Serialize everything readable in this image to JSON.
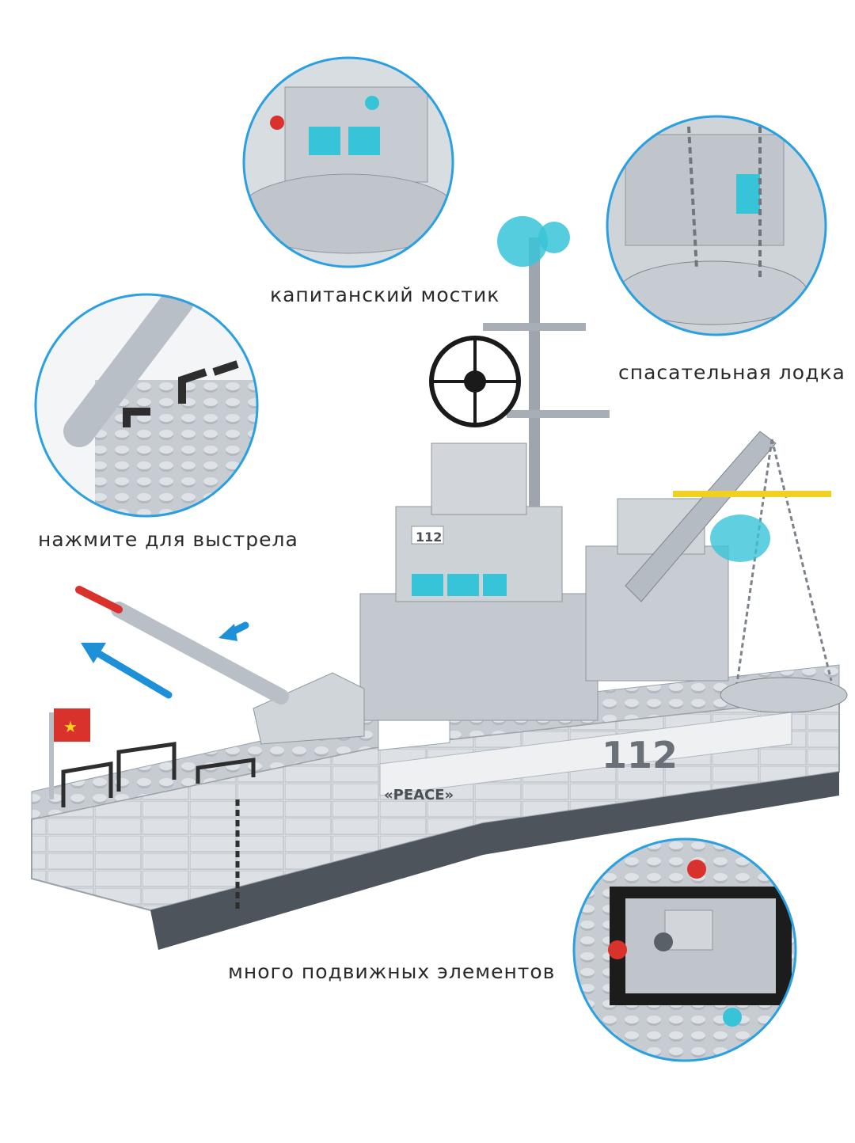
{
  "callouts": {
    "bridge": "капитанский мостик",
    "lifeboat": "спасательная лодка",
    "fire": "нажмите для выстрела",
    "moving_parts": "много подвижных элементов"
  },
  "ship": {
    "hull_number": "112",
    "name_plate": "«PEACE»"
  },
  "colors": {
    "accent_blue": "#1e90d8",
    "circle_border": "#2aa0e0",
    "hull_grey": "#c9ced4",
    "hull_dark": "#4a4f55",
    "glass_cyan": "#38c4d8",
    "flag_red": "#d9312b"
  }
}
